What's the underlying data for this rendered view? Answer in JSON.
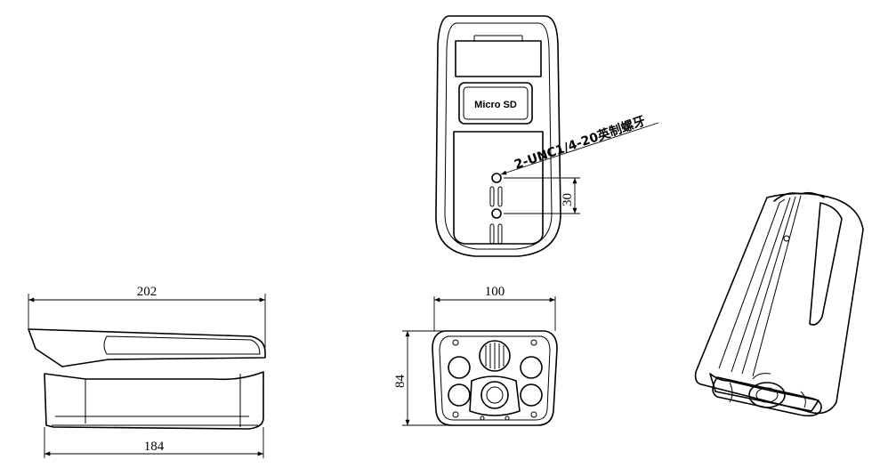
{
  "views": {
    "bottom_label": "Micro SD",
    "mount_note": "2-UNC1/4-20英制螺牙",
    "hole_spacing": "30"
  },
  "dimensions": {
    "top_length": "202",
    "bottom_length": "184",
    "front_width": "100",
    "front_height": "84"
  }
}
